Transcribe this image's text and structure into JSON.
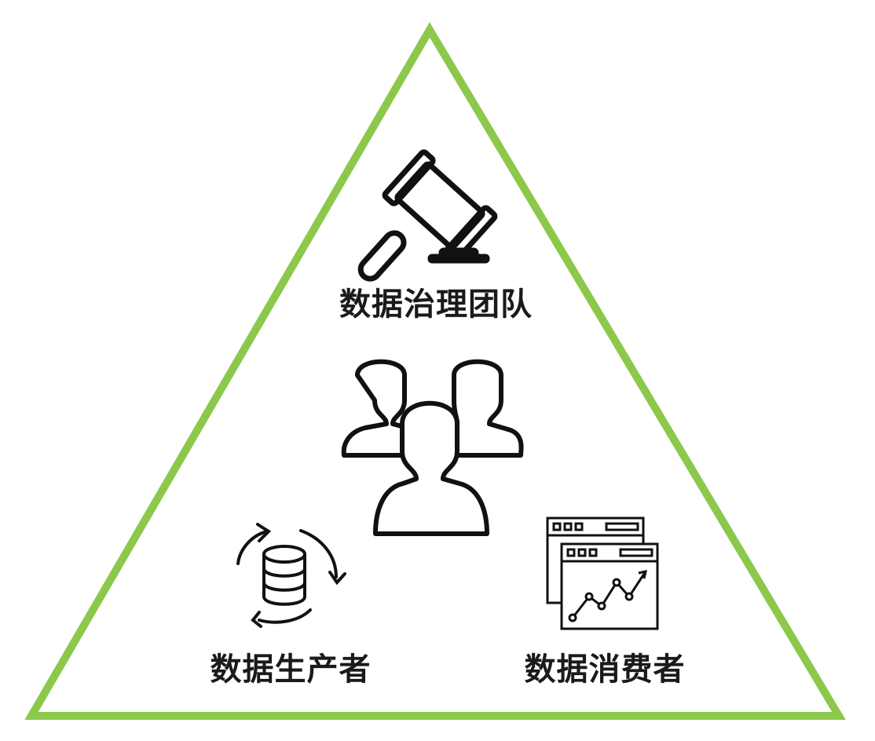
{
  "diagram": {
    "frame_color": "#8cc84b",
    "icon_color": "#111111",
    "top": {
      "label": "数据治理团队",
      "icon": "gavel-icon",
      "secondary_icon": "people-group-icon"
    },
    "left": {
      "label": "数据生产者",
      "icon": "database-sync-icon"
    },
    "right": {
      "label": "数据消费者",
      "icon": "dashboard-chart-icon"
    }
  }
}
